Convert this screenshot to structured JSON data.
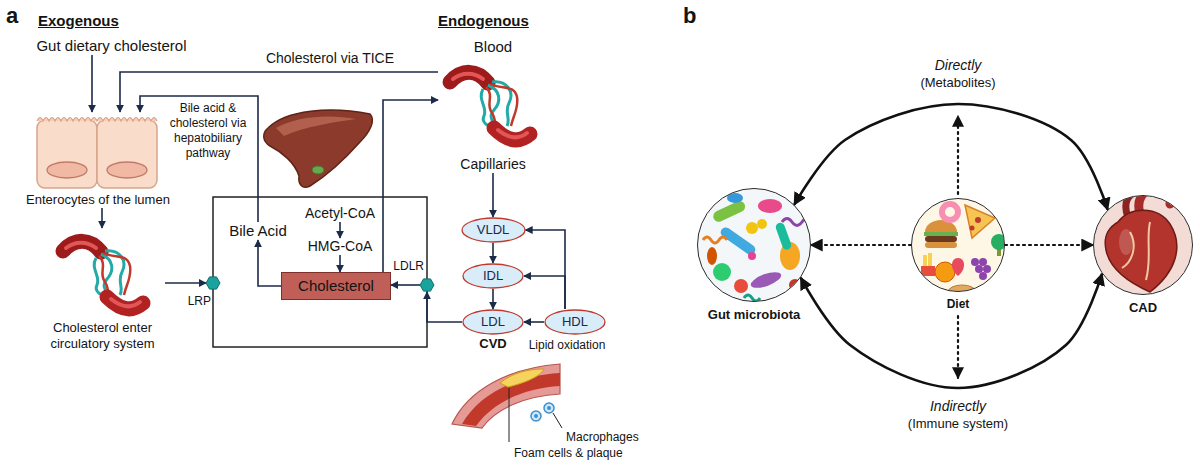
{
  "diagram": {
    "nodes": [
      {
        "text": [
          "Gut dietary cholesterol"
        ]
      },
      {
        "text": [
          "Enterocytes of the lumen"
        ]
      },
      {
        "text": [
          "Cholesterol enter circulatory system"
        ]
      },
      {
        "text": [
          "LRP"
        ]
      },
      {
        "text": [
          "Bile Acid"
        ]
      },
      {
        "text": [
          "Acetyl-CoA"
        ]
      },
      {
        "text": [
          "HMG-CoA"
        ]
      },
      {
        "text": [
          "Cholesterol"
        ]
      },
      {
        "text": [
          "LDLR"
        ]
      },
      {
        "text": [
          "Blood",
          "Capillaries"
        ]
      },
      {
        "text": [
          "VLDL"
        ]
      },
      {
        "text": [
          "IDL"
        ]
      },
      {
        "text": [
          "LDL"
        ]
      },
      {
        "text": [
          "HDL"
        ]
      },
      {
        "text": [
          "Gut microbiota"
        ]
      },
      {
        "text": [
          "Diet"
        ]
      },
      {
        "text": [
          "CAD"
        ]
      }
    ],
    "edges": [
      {
        "from": 0,
        "to": 1,
        "arrow": "to"
      },
      {
        "from": 9,
        "to": 1,
        "arrow": "to",
        "label": "Cholesterol via TICE"
      },
      {
        "from": 4,
        "to": 1,
        "arrow": "to",
        "label": "Bile acid & cholesterol via hepatobiliary pathway"
      },
      {
        "from": 1,
        "to": 2,
        "arrow": "to"
      },
      {
        "from": 2,
        "to": 3,
        "arrow": "to"
      },
      {
        "from": 5,
        "to": 6,
        "arrow": "to"
      },
      {
        "from": 6,
        "to": 7,
        "arrow": "to"
      },
      {
        "from": 7,
        "to": 4,
        "arrow": "to"
      },
      {
        "from": 7,
        "to": 9,
        "arrow": "to"
      },
      {
        "from": 8,
        "to": 7,
        "arrow": "to"
      },
      {
        "from": 12,
        "to": 8,
        "arrow": "to"
      },
      {
        "from": 9,
        "to": 10,
        "arrow": "to"
      },
      {
        "from": 10,
        "to": 11,
        "arrow": "to"
      },
      {
        "from": 11,
        "to": 12,
        "arrow": "to"
      },
      {
        "from": 13,
        "to": 12,
        "arrow": "to",
        "label": "Lipid oxidation"
      },
      {
        "from": 13,
        "to": 11,
        "arrow": "to"
      },
      {
        "from": 13,
        "to": 10,
        "arrow": "to"
      },
      {
        "from": 14,
        "to": 16,
        "arrow": "both",
        "label": "Directly"
      },
      {
        "from": 14,
        "to": 16,
        "arrow": "both",
        "label": "Indirectly"
      },
      {
        "from": 15,
        "to": 14,
        "arrow": "to"
      },
      {
        "from": 15,
        "to": 16,
        "arrow": "to"
      }
    ],
    "labels": [
      "a",
      "Exogenous",
      "Endogenous",
      "CVD",
      "Macrophages",
      "Foam cells & plaque",
      "b",
      "(Metabolites)",
      "(Immune system)"
    ]
  }
}
